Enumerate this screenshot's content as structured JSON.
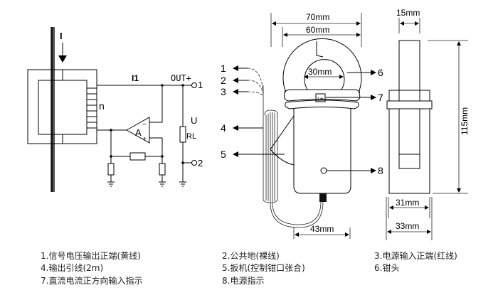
{
  "circuit": {
    "current_label": "I",
    "secondary_current_label": "I1",
    "winding_label": "n",
    "output_label": "OUT+",
    "amplifier_label": "A",
    "amp_minus": "−",
    "amp_plus": "+",
    "voltage_label": "U",
    "load_label": "RL",
    "terminal_1": "1",
    "terminal_2": "2"
  },
  "front_view": {
    "dim_overall_width": "70mm",
    "dim_jaw_width": "60mm",
    "dim_jaw_opening": "30mm",
    "dim_body_width": "43mm",
    "callouts": [
      "1",
      "2",
      "3",
      "4",
      "5",
      "6",
      "7",
      "8"
    ]
  },
  "side_view": {
    "dim_jaw_thickness": "15mm",
    "dim_height": "115mm",
    "dim_body_thickness": "31mm",
    "dim_collar_thickness": "33mm"
  },
  "legend": [
    "1.信号电压输出正端(黄线)",
    "2.公共地(裸线)",
    "3.电源输入正端(红线)",
    "4.输出引线(2m)",
    "5.扳机(控制钳口张合)",
    "6.钳头",
    "7.直流电流正方向输入指示",
    "8.电源指示"
  ]
}
